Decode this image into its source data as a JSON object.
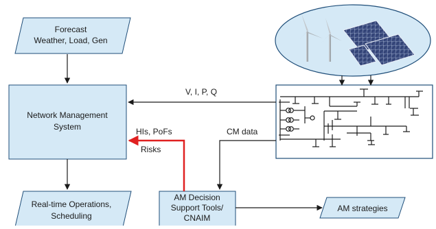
{
  "forecast": {
    "line1": "Forecast",
    "line2": "Weather, Load, Gen"
  },
  "nms": {
    "line1": "Network Management",
    "line2": "System"
  },
  "realtime": {
    "line1": "Real-time Operations,",
    "line2": "Scheduling"
  },
  "am_dst": {
    "line1": "AM Decision",
    "line2": "Support Tools/",
    "line3": "CNAIM"
  },
  "am_strategies": {
    "label": "AM strategies"
  },
  "arrows": {
    "measurements": "V, I, P, Q",
    "his_pofs": "HIs, PoFs",
    "risks": "Risks",
    "cm_data": "CM data"
  },
  "colors": {
    "box_fill": "#d5e9f6",
    "box_stroke": "#1f4e79",
    "arrow": "#1a1a1a",
    "risk_arrow": "#e02020"
  }
}
